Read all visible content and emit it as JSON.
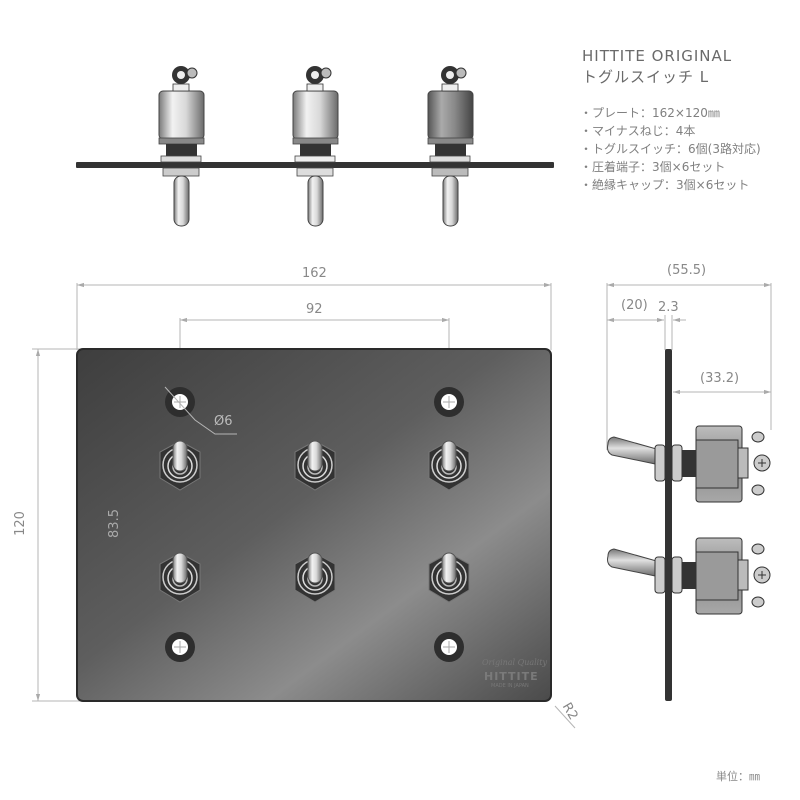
{
  "header": {
    "brand_title": "HITTITE ORIGINAL",
    "product_title": "トグルスイッチ L"
  },
  "specs": [
    "・プレート：162×120㎜",
    "・マイナスねじ：4本",
    "・トグルスイッチ：6個(3路対応)",
    "・圧着端子：3個×6セット",
    "・絶縁キャップ：3個×6セット"
  ],
  "front_view": {
    "dimensions": {
      "width": "162",
      "height": "120",
      "hole_spacing_h": "92",
      "hole_spacing_v": "83.5",
      "hole_diameter": "Ø6",
      "corner_radius": "R2"
    },
    "plate_logo": {
      "script": "Original Quality",
      "brand": "HITTITE",
      "origin": "MADE IN JAPAN"
    },
    "switch_count": 6,
    "screw_hole_count": 4
  },
  "side_view": {
    "dimensions": {
      "total_depth": "(55.5)",
      "lever_length": "(20)",
      "plate_thickness": "2.3",
      "body_depth": "(33.2)"
    }
  },
  "top_view": {
    "switch_count": 3
  },
  "footer": {
    "unit_label": "単位：㎜"
  },
  "colors": {
    "plate": "#4a4a4a",
    "plate_highlight": "#8a8a8a",
    "dimension_line": "#b0b0b0",
    "text": "#777777"
  }
}
